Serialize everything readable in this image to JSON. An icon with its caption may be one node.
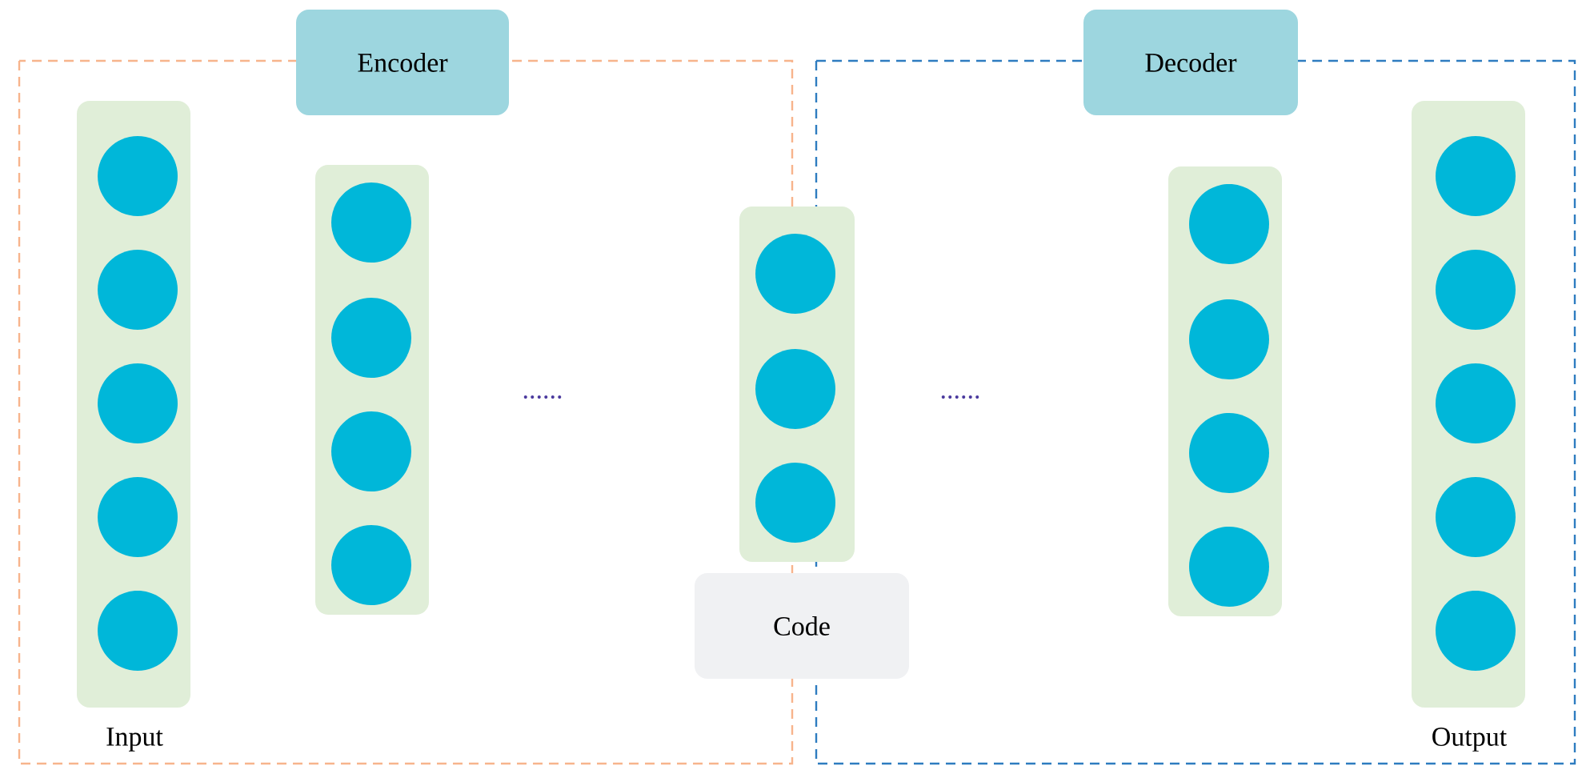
{
  "diagram": {
    "nodes": [
      {
        "text": [
          "Encoder"
        ]
      },
      {
        "text": [],
        "shape": "bar",
        "in": 0,
        "beside": [
          "Input"
        ]
      },
      {
        "text": [],
        "shape": "circle",
        "in": 1
      },
      {
        "text": [],
        "shape": "circle",
        "in": 1
      },
      {
        "text": [],
        "shape": "circle",
        "in": 1
      },
      {
        "text": [],
        "shape": "circle",
        "in": 1
      },
      {
        "text": [],
        "shape": "circle",
        "in": 1
      },
      {
        "text": [],
        "shape": "bar",
        "in": 0
      },
      {
        "text": [],
        "shape": "circle",
        "in": 7
      },
      {
        "text": [],
        "shape": "circle",
        "in": 7
      },
      {
        "text": [],
        "shape": "circle",
        "in": 7
      },
      {
        "text": [],
        "shape": "circle",
        "in": 7
      },
      {
        "text": [],
        "shape": "bar"
      },
      {
        "text": [],
        "shape": "circle",
        "in": 12
      },
      {
        "text": [],
        "shape": "circle",
        "in": 12
      },
      {
        "text": [],
        "shape": "circle",
        "in": 12
      },
      {
        "text": [
          "Code"
        ]
      },
      {
        "text": [
          "Decoder"
        ]
      },
      {
        "text": [],
        "shape": "bar",
        "in": 17
      },
      {
        "text": [],
        "shape": "circle",
        "in": 18
      },
      {
        "text": [],
        "shape": "circle",
        "in": 18
      },
      {
        "text": [],
        "shape": "circle",
        "in": 18
      },
      {
        "text": [],
        "shape": "circle",
        "in": 18
      },
      {
        "text": [],
        "shape": "bar",
        "in": 17,
        "beside": [
          "Output"
        ]
      },
      {
        "text": [],
        "shape": "circle",
        "in": 23
      },
      {
        "text": [],
        "shape": "circle",
        "in": 23
      },
      {
        "text": [],
        "shape": "circle",
        "in": 23
      },
      {
        "text": [],
        "shape": "circle",
        "in": 23
      },
      {
        "text": [],
        "shape": "circle",
        "in": 23
      }
    ],
    "labels": [
      "......",
      "......"
    ]
  }
}
